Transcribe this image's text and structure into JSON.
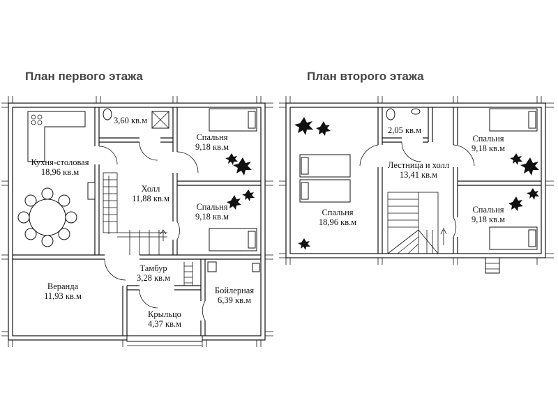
{
  "titles": {
    "first_floor": "План первого этажа",
    "second_floor": "План второго этажа"
  },
  "first_floor_rooms": [
    {
      "name": "Кухня-столовая",
      "area": "18,96 кв.м"
    },
    {
      "name": "",
      "area": "3,60 кв.м"
    },
    {
      "name": "Спальня",
      "area": "9,18 кв.м"
    },
    {
      "name": "Холл",
      "area": "11,88 кв.м"
    },
    {
      "name": "Спальня",
      "area": "9,18 кв.м"
    },
    {
      "name": "Тамбур",
      "area": "3,28 кв.м"
    },
    {
      "name": "Веранда",
      "area": "11,93 кв.м"
    },
    {
      "name": "Бойлерная",
      "area": "6,39 кв.м"
    },
    {
      "name": "Крыльцо",
      "area": "4,37 кв.м"
    }
  ],
  "second_floor_rooms": [
    {
      "name": "",
      "area": "2,05 кв.м"
    },
    {
      "name": "Спальня",
      "area": "9,18 кв.м"
    },
    {
      "name": "Лестница и холл",
      "area": "13,41 кв.м"
    },
    {
      "name": "Спальня",
      "area": "18,96 кв.м"
    },
    {
      "name": "Спальня",
      "area": "9,18 кв.м"
    }
  ]
}
